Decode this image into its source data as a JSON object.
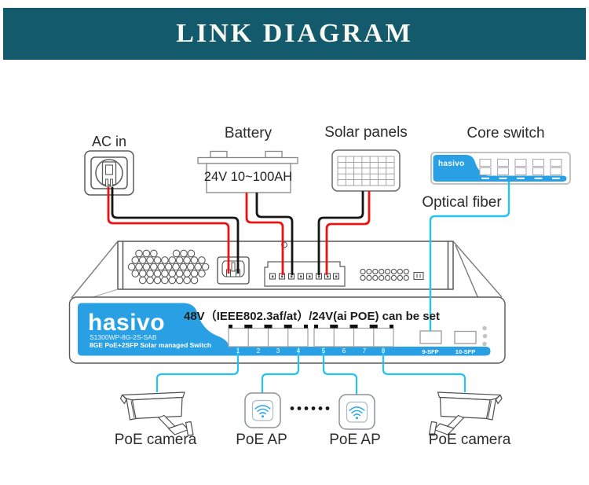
{
  "banner": {
    "title": "LINK DIAGRAM"
  },
  "labels": {
    "ac_in": "AC in",
    "battery": "Battery",
    "solar_panels": "Solar panels",
    "core_switch": "Core switch",
    "optical_fiber": "Optical fiber"
  },
  "battery": {
    "capacity": "24V 10~100AH"
  },
  "core_switch": {
    "brand": "hasivo"
  },
  "switch": {
    "brand": "hasivo",
    "model": "S1300WP-8G-2S-SAB",
    "subtitle": "8GE PoE+2SFP Solar managed Switch",
    "poe_note": "48V（IEEE802.3af/at）/24V(ai POE) can be set",
    "ports": [
      "1",
      "2",
      "3",
      "4",
      "5",
      "6",
      "7",
      "8"
    ],
    "sfp_ports": [
      "9-SFP",
      "10-SFP"
    ]
  },
  "devices": {
    "camera_left": "PoE camera",
    "ap_left": "PoE AP",
    "ap_right": "PoE AP",
    "camera_right": "PoE camera"
  },
  "colors": {
    "banner_teal": "#135a6d",
    "brand_blue": "#2aa0e4",
    "wire_red": "#e81414",
    "wire_black": "#151515",
    "fiber_cyan": "#25c3f4"
  }
}
